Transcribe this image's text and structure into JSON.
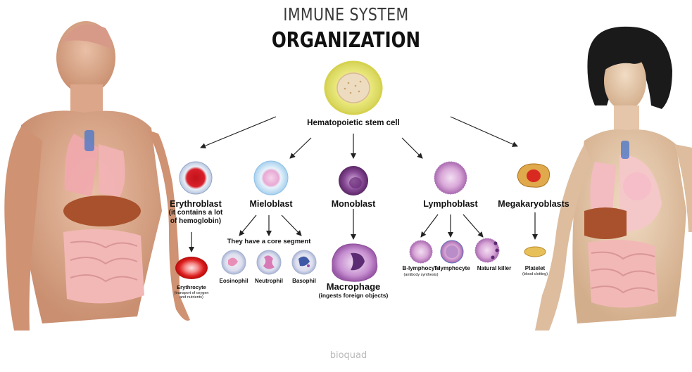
{
  "title": {
    "line1": "IMMUNE SYSTEM",
    "line2": "ORGANIZATION"
  },
  "stem_cell": {
    "label": "Hematopoietic stem cell"
  },
  "lineages": {
    "erythroblast": {
      "label": "Erythroblast",
      "note": "(it contains a lot of hemoglobin)",
      "note_line1": "(it contains a lot",
      "note_line2": "of hemoglobin)"
    },
    "mieloblast": {
      "label": "Mieloblast"
    },
    "monoblast": {
      "label": "Monoblast"
    },
    "lymphoblast": {
      "label": "Lymphoblast"
    },
    "megakaryoblasts": {
      "label": "Megakaryoblasts"
    }
  },
  "core_segment_note": "They have a core segment",
  "mature_cells": {
    "erythrocyte": {
      "label": "Erythrocyte",
      "note_line1": "(transport of oxygen",
      "note_line2": "and nutrients)"
    },
    "eosinophil": {
      "label": "Eosinophil"
    },
    "neutrophil": {
      "label": "Neutrophil"
    },
    "basophil": {
      "label": "Basophil"
    },
    "macrophage": {
      "label": "Macrophage",
      "note": "(ingests foreign objects)"
    },
    "b_lymphocyte": {
      "label": "B-lymphocyte",
      "note": "(antibody synthesis)"
    },
    "t_lymphocyte": {
      "label": "T-lymphocyte"
    },
    "natural_killer": {
      "label": "Natural killer"
    },
    "platelet": {
      "label": "Platelet",
      "note": "(blood clotting)"
    }
  },
  "watermark": "bioquad",
  "colors": {
    "erythro_red": "#d81e1e",
    "stem_yellow": "#e9e27a",
    "mielo_blue": "#b9dcf2",
    "mono_purple": "#7b3f8a",
    "lympho_pink": "#c790c8",
    "mega_orange": "#d9a04a",
    "skin_male": "#e0b39a",
    "skin_female": "#e8cdb2"
  },
  "icons": [
    "male-anatomy-figure",
    "female-anatomy-figure"
  ]
}
